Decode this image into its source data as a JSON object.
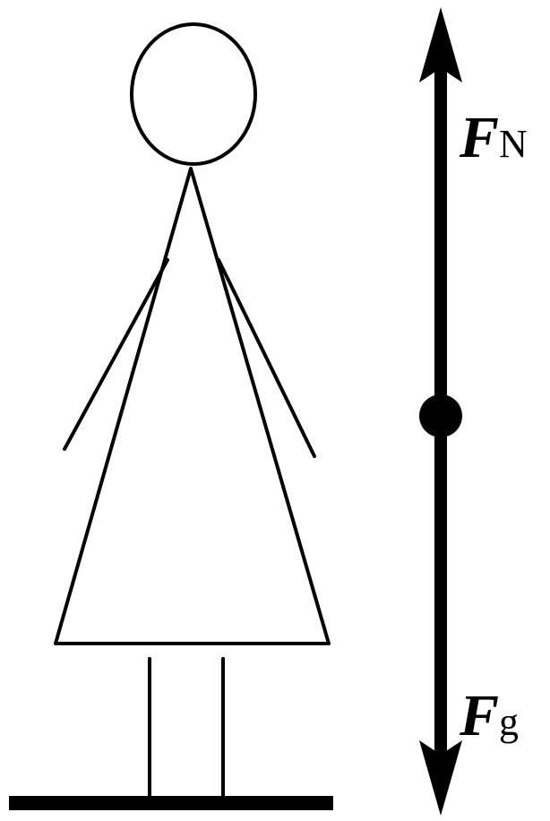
{
  "labels": {
    "normal_force": {
      "symbol": "F",
      "subscript": "N"
    },
    "gravity_force": {
      "symbol": "F",
      "subscript": "g"
    }
  }
}
